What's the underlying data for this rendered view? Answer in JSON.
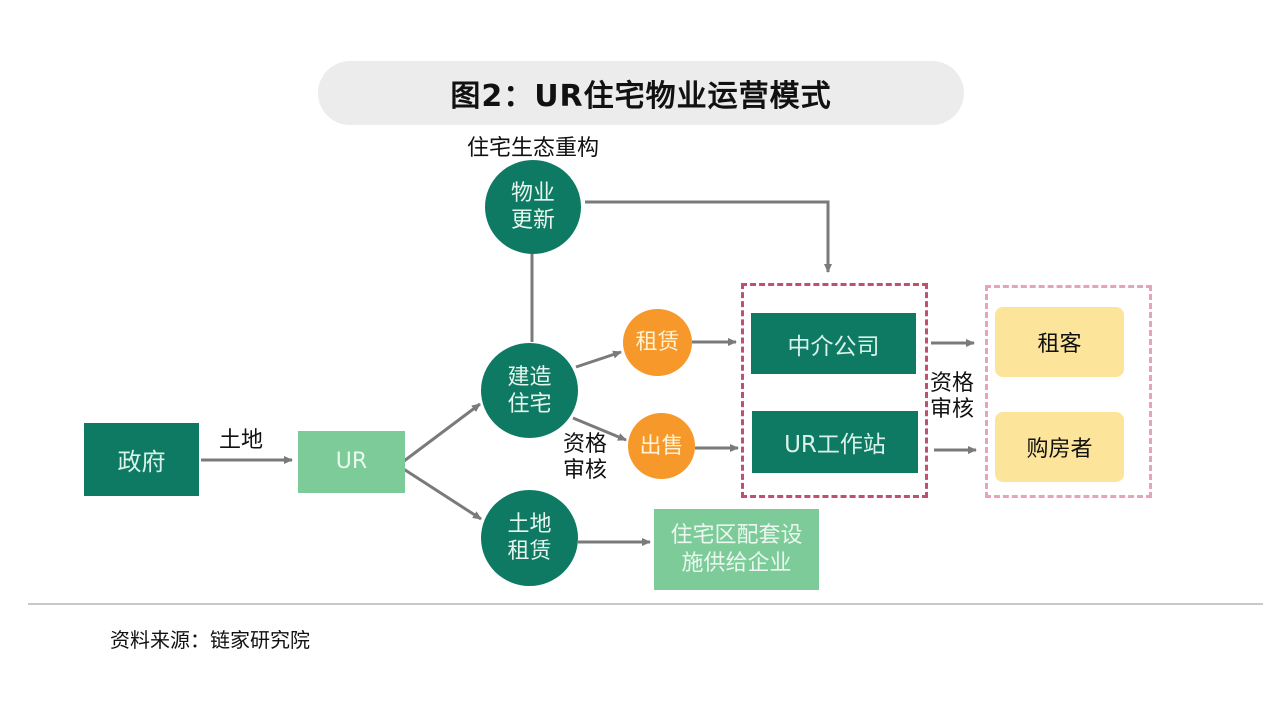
{
  "title": "图2：UR住宅物业运营模式",
  "nodes": {
    "government": "政府",
    "ur": "UR",
    "property_renewal": [
      "物业",
      "更新"
    ],
    "build_housing": [
      "建造",
      "住宅"
    ],
    "land_lease": [
      "土地",
      "租赁"
    ],
    "rent": "租赁",
    "sale": "出售",
    "agency": "中介公司",
    "ur_station": "UR工作站",
    "tenant": "租客",
    "buyer": "购房者",
    "facilities": [
      "住宅区配套设",
      "施供给企业"
    ]
  },
  "labels": {
    "housing_ecosystem": "住宅生态重构",
    "land": "土地",
    "qualification_review_1": [
      "资格",
      "审核"
    ],
    "qualification_review_2": [
      "资格",
      "审核"
    ]
  },
  "edges": [
    {
      "from": "government",
      "to": "ur",
      "label": "土地"
    },
    {
      "from": "ur",
      "to": "build_housing"
    },
    {
      "from": "ur",
      "to": "land_lease"
    },
    {
      "from": "build_housing",
      "to": "property_renewal"
    },
    {
      "from": "property_renewal",
      "to": "agency_group"
    },
    {
      "from": "build_housing",
      "to": "rent"
    },
    {
      "from": "build_housing",
      "to": "sale",
      "label": "资格审核"
    },
    {
      "from": "rent",
      "to": "agency"
    },
    {
      "from": "sale",
      "to": "ur_station"
    },
    {
      "from": "agency",
      "to": "tenant"
    },
    {
      "from": "ur_station",
      "to": "buyer",
      "label": "资格审核"
    },
    {
      "from": "land_lease",
      "to": "facilities"
    }
  ],
  "colors": {
    "teal": "#0e7a63",
    "light_green": "#7ccb98",
    "orange": "#f6982a",
    "yellow": "#fce59a",
    "dashed_dark": "#c0506e",
    "dashed_light": "#e8a4b4",
    "arrow": "#7a7a7a"
  },
  "source": "资料来源：链家研究院"
}
